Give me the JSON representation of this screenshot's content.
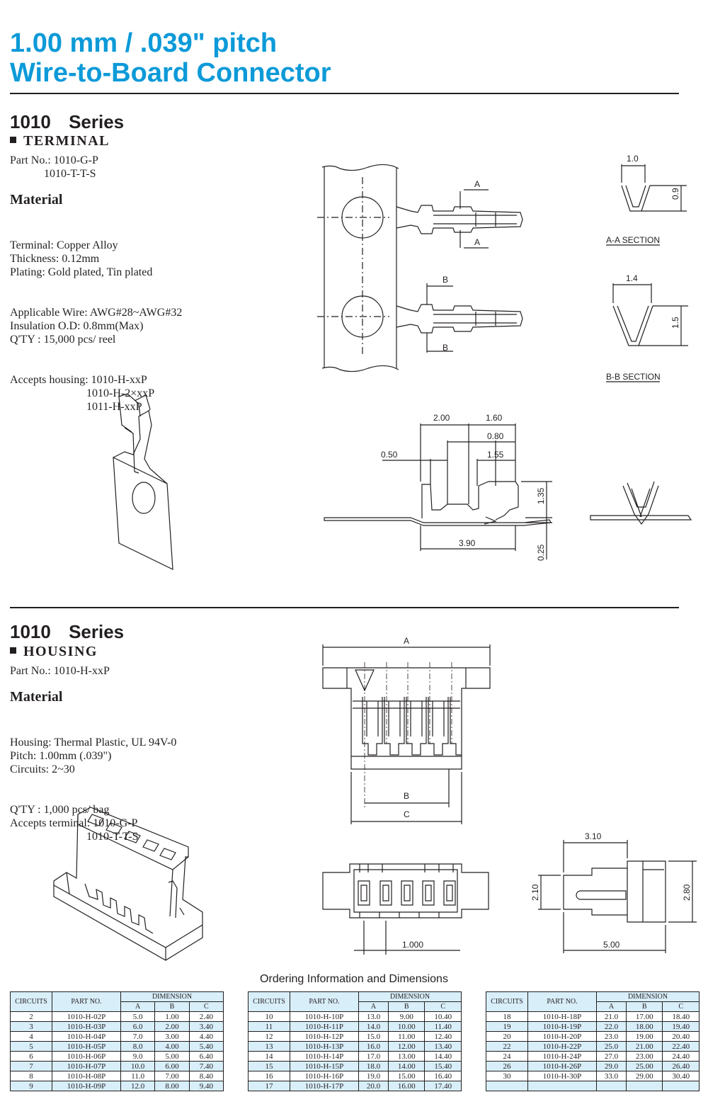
{
  "header": {
    "line1": "1.00 mm / .039\" pitch",
    "line2": "Wire-to-Board Connector"
  },
  "terminal": {
    "series": "1010 Series",
    "heading": "TERMINAL",
    "part_no": [
      "Part No.: 1010-G-P",
      "            1010-T-T-S"
    ],
    "material_heading": "Material",
    "material": [
      "Terminal: Copper Alloy",
      "Thickness: 0.12mm",
      "Plating: Gold plated, Tin plated",
      "Applicable Wire: AWG#28~AWG#32",
      "Insulation O.D: 0.8mm(Max)",
      "Q'TY : 15,000 pcs/ reel",
      "Accepts housing: 1010-H-xxP",
      "                           1010-H-2×xxP",
      "                           1011-H-xxP"
    ],
    "drawing": {
      "label_a": "A",
      "label_b": "B",
      "aa_section": "A-A SECTION",
      "bb_section": "B-B SECTION",
      "dim_aa_w": "1.0",
      "dim_aa_h": "0.9",
      "dim_bb_w": "1.4",
      "dim_bb_h": "1.5",
      "dim_200": "2.00",
      "dim_160": "1.60",
      "dim_080": "0.80",
      "dim_050": "0.50",
      "dim_155": "1.55",
      "dim_135": "1.35",
      "dim_025": "0.25",
      "dim_390": "3.90"
    }
  },
  "housing": {
    "series": "1010 Series",
    "heading": "HOUSING",
    "part_no": "Part No.: 1010-H-xxP",
    "material_heading": "Material",
    "material": [
      "Housing: Thermal Plastic, UL 94V-0",
      "Pitch: 1.00mm (.039\")",
      "Circuits: 2~30",
      "Q'TY : 1,000 pcs/ bag",
      "Accepts terminal: 1010-G-P",
      "                           1010-T-T-S"
    ],
    "drawing": {
      "label_a": "A",
      "label_b": "B",
      "label_c": "C",
      "dim_310": "3.10",
      "dim_210": "2.10",
      "dim_280": "2.80",
      "dim_1000": "1.000",
      "dim_500": "5.00"
    }
  },
  "ordering": {
    "title": "Ordering Information and Dimensions",
    "headers": {
      "circuits": "CIRCUITS",
      "part_no": "PART NO.",
      "dimension": "DIMENSION",
      "a": "A",
      "b": "B",
      "c": "C"
    },
    "tables": [
      [
        [
          "2",
          "1010-H-02P",
          "5.0",
          "1.00",
          "2.40"
        ],
        [
          "3",
          "1010-H-03P",
          "6.0",
          "2.00",
          "3.40"
        ],
        [
          "4",
          "1010-H-04P",
          "7.0",
          "3.00",
          "4.40"
        ],
        [
          "5",
          "1010-H-05P",
          "8.0",
          "4.00",
          "5.40"
        ],
        [
          "6",
          "1010-H-06P",
          "9.0",
          "5.00",
          "6.40"
        ],
        [
          "7",
          "1010-H-07P",
          "10.0",
          "6.00",
          "7.40"
        ],
        [
          "8",
          "1010-H-08P",
          "11.0",
          "7.00",
          "8.40"
        ],
        [
          "9",
          "1010-H-09P",
          "12.0",
          "8.00",
          "9.40"
        ]
      ],
      [
        [
          "10",
          "1010-H-10P",
          "13.0",
          "9.00",
          "10.40"
        ],
        [
          "11",
          "1010-H-11P",
          "14.0",
          "10.00",
          "11.40"
        ],
        [
          "12",
          "1010-H-12P",
          "15.0",
          "11.00",
          "12.40"
        ],
        [
          "13",
          "1010-H-13P",
          "16.0",
          "12.00",
          "13.40"
        ],
        [
          "14",
          "1010-H-14P",
          "17.0",
          "13.00",
          "14.40"
        ],
        [
          "15",
          "1010-H-15P",
          "18.0",
          "14.00",
          "15.40"
        ],
        [
          "16",
          "1010-H-16P",
          "19.0",
          "15.00",
          "16.40"
        ],
        [
          "17",
          "1010-H-17P",
          "20.0",
          "16.00",
          "17.40"
        ]
      ],
      [
        [
          "18",
          "1010-H-18P",
          "21.0",
          "17.00",
          "18.40"
        ],
        [
          "19",
          "1010-H-19P",
          "22.0",
          "18.00",
          "19.40"
        ],
        [
          "20",
          "1010-H-20P",
          "23.0",
          "19.00",
          "20.40"
        ],
        [
          "22",
          "1010-H-22P",
          "25.0",
          "21.00",
          "22.40"
        ],
        [
          "24",
          "1010-H-24P",
          "27.0",
          "23.00",
          "24.40"
        ],
        [
          "26",
          "1010-H-26P",
          "29.0",
          "25.00",
          "26.40"
        ],
        [
          "30",
          "1010-H-30P",
          "33.0",
          "29.00",
          "30.40"
        ],
        [
          "",
          "",
          "",
          "",
          ""
        ]
      ]
    ]
  }
}
